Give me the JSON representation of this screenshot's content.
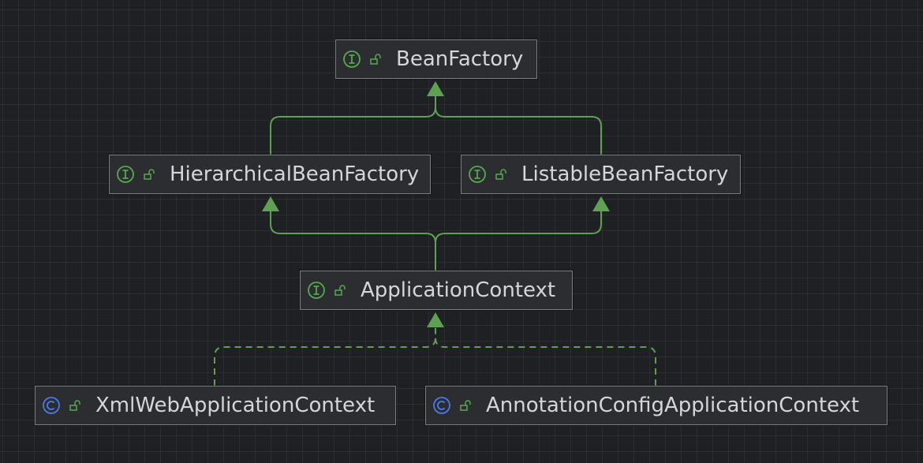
{
  "diagram": {
    "colors": {
      "background": "#1f2023",
      "node_fill": "#2b2d30",
      "node_border": "#7b7e82",
      "label_text": "#d4d6d9",
      "edge": "#5fa052",
      "interface_icon": "#56a94f",
      "class_icon": "#4a7be6"
    },
    "nodes": [
      {
        "id": "bean-factory",
        "label": "BeanFactory",
        "kind": "interface",
        "icon": "interface-icon",
        "access_icon": "unlocked-padlock-icon"
      },
      {
        "id": "hierarchical-bean-factory",
        "label": "HierarchicalBeanFactory",
        "kind": "interface",
        "icon": "interface-icon",
        "access_icon": "unlocked-padlock-icon"
      },
      {
        "id": "listable-bean-factory",
        "label": "ListableBeanFactory",
        "kind": "interface",
        "icon": "interface-icon",
        "access_icon": "unlocked-padlock-icon"
      },
      {
        "id": "application-context",
        "label": "ApplicationContext",
        "kind": "interface",
        "icon": "interface-icon",
        "access_icon": "unlocked-padlock-icon"
      },
      {
        "id": "xml-web-application-context",
        "label": "XmlWebApplicationContext",
        "kind": "class",
        "icon": "class-icon",
        "access_icon": "unlocked-padlock-icon"
      },
      {
        "id": "annotation-config-application-context",
        "label": "AnnotationConfigApplicationContext",
        "kind": "class",
        "icon": "class-icon",
        "access_icon": "unlocked-padlock-icon"
      }
    ],
    "edges": [
      {
        "from": "hierarchical-bean-factory",
        "to": "bean-factory",
        "type": "extends"
      },
      {
        "from": "listable-bean-factory",
        "to": "bean-factory",
        "type": "extends"
      },
      {
        "from": "application-context",
        "to": "hierarchical-bean-factory",
        "type": "extends"
      },
      {
        "from": "application-context",
        "to": "listable-bean-factory",
        "type": "extends"
      },
      {
        "from": "xml-web-application-context",
        "to": "application-context",
        "type": "implements"
      },
      {
        "from": "annotation-config-application-context",
        "to": "application-context",
        "type": "implements"
      }
    ]
  }
}
